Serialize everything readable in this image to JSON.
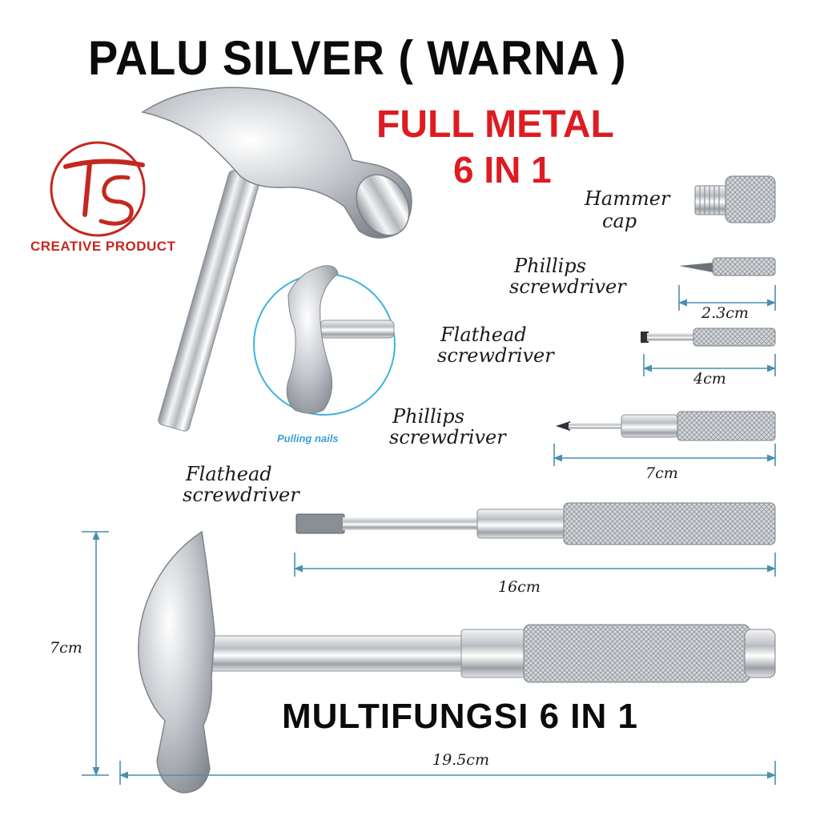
{
  "title": "PALU SILVER ( WARNA )",
  "highlight": {
    "line1": "FULL METAL",
    "line2": "6 IN 1"
  },
  "brand": {
    "tagline": "CREATIVE PRODUCT",
    "logo_text": "TS"
  },
  "inset": {
    "caption": "Pulling nails"
  },
  "parts": [
    {
      "line1": "Hammer",
      "line2": "cap",
      "size": ""
    },
    {
      "line1": "Phillips",
      "line2": "screwdriver",
      "size": "2.3cm"
    },
    {
      "line1": "Flathead",
      "line2": "screwdriver",
      "size": "4cm"
    },
    {
      "line1": "Phillips",
      "line2": "screwdriver",
      "size": "7cm"
    },
    {
      "line1": "Flathead",
      "line2": "screwdriver",
      "size": "16cm"
    }
  ],
  "hammer_dims": {
    "height": "7cm",
    "length": "19.5cm"
  },
  "footer": "MULTIFUNGSI 6 IN 1",
  "colors": {
    "red": "#dd1c22",
    "dim_line": "#4a8fb0",
    "inset_ring": "#3fb3dc",
    "metal": "#c8cbcf"
  }
}
